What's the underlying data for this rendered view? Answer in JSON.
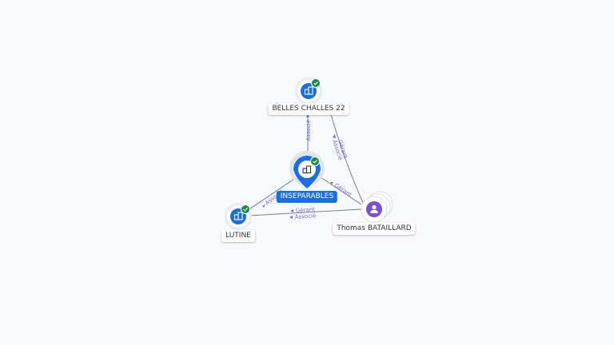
{
  "graph": {
    "nodes": {
      "belles": {
        "label": "BELLES CHALLES 22",
        "type": "company",
        "verified": true
      },
      "inseparables": {
        "label": "INSEPARABLES",
        "type": "company",
        "verified": true,
        "focus": true
      },
      "lutine": {
        "label": "LUTINE",
        "type": "company",
        "verified": true
      },
      "thomas": {
        "label": "Thomas BATAILLARD",
        "type": "person"
      }
    },
    "edges": {
      "inseparables_belles": {
        "label": "Associé"
      },
      "thomas_belles": {
        "label1": "Gérant",
        "label2": "Associé"
      },
      "inseparables_lutine": {
        "label": "Associé"
      },
      "thomas_inseparables": {
        "label": "Gérant"
      },
      "thomas_lutine": {
        "label1": "Gérant",
        "label2": "Associé"
      }
    }
  },
  "colors": {
    "company_icon": "#1a6fe0",
    "person_icon": "#7b4fd8",
    "check": "#1e8a4a",
    "edge": "#7a7f8a",
    "edge_label": "#6b6fd6"
  }
}
